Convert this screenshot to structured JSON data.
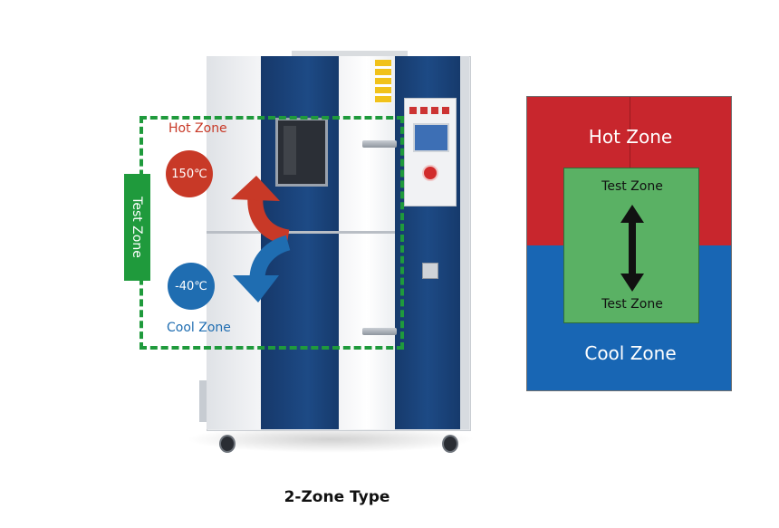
{
  "machine": {
    "hot_zone_label": "Hot Zone",
    "cool_zone_label": "Cool Zone",
    "hot_temp": "150℃",
    "cool_temp": "-40℃",
    "test_zone_label": "Test Zone",
    "caption": "2-Zone Type"
  },
  "schematic": {
    "hot_zone_label": "Hot Zone",
    "cool_zone_label": "Cool Zone",
    "test_zone_top_label": "Test Zone",
    "test_zone_bottom_label": "Test Zone"
  },
  "icons": {
    "hot_arrow": "curved-arrow-up-icon",
    "cool_arrow": "curved-arrow-down-icon",
    "transfer_arrow": "double-arrow-vertical-icon"
  },
  "colors": {
    "hot": "#c83927",
    "cool": "#1f6db1",
    "test_zone": "#1f9a3c",
    "schematic_hot": "#c8262d",
    "schematic_cool": "#1866b4",
    "schematic_test": "#5ab164"
  }
}
